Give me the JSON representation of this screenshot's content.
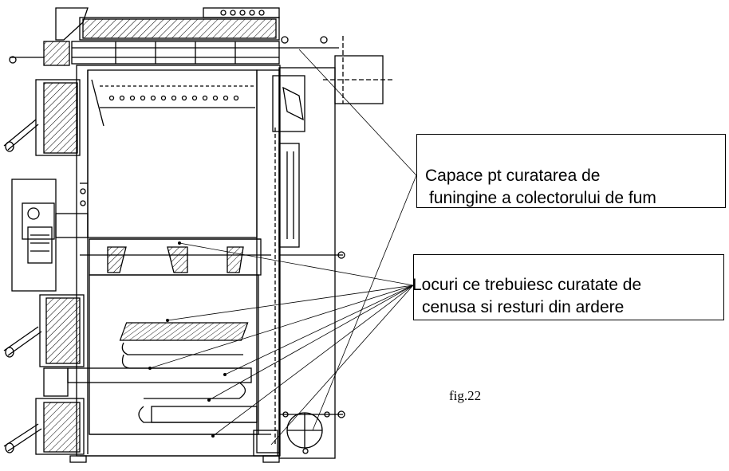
{
  "callouts": {
    "top": {
      "line1": "Capace pt curatarea de",
      "line2": "funingine a colectorului de fum"
    },
    "bottom": {
      "line1": "Locuri ce trebuiesc curatate de",
      "line2": "cenusa si resturi din ardere"
    }
  },
  "figure_label": "fig.22",
  "colors": {
    "line": "#000000",
    "background": "#ffffff"
  }
}
